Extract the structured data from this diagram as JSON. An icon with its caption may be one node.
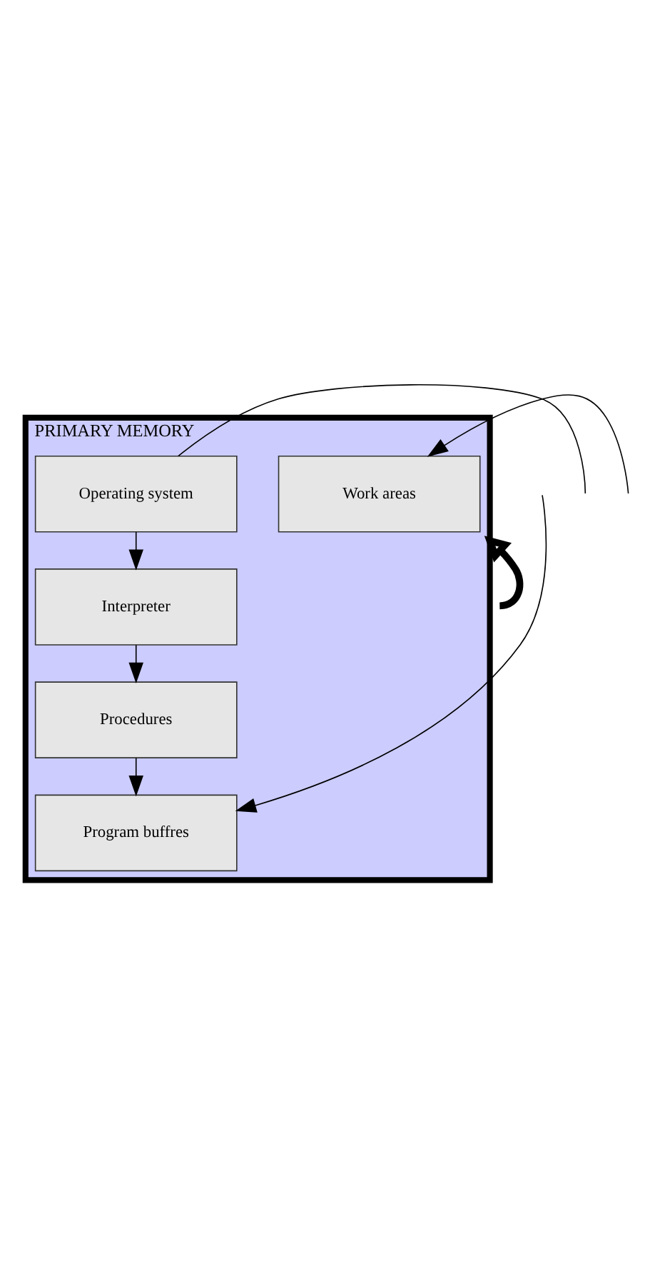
{
  "diagram": {
    "nodes": [
      {
        "text": [
          "PRIMARY MEMORY"
        ]
      },
      {
        "text": [
          "Operating system"
        ],
        "in": 0
      },
      {
        "text": [
          "Interpreter"
        ],
        "in": 0
      },
      {
        "text": [
          "Procedures"
        ],
        "in": 0
      },
      {
        "text": [
          "Program buffres"
        ],
        "in": 0
      },
      {
        "text": [
          "Work areas"
        ],
        "in": 0
      }
    ],
    "edges": [
      {
        "from": 1,
        "to": 2,
        "arrow": "to"
      },
      {
        "from": 2,
        "to": 3,
        "arrow": "to"
      },
      {
        "from": 3,
        "to": 4,
        "arrow": "to"
      },
      {
        "from": 1,
        "to": null,
        "arrow": "none"
      },
      {
        "from": null,
        "to": 4,
        "arrow": "to"
      },
      {
        "from": null,
        "to": 5,
        "arrow": "to"
      },
      {
        "from": null,
        "to": 0,
        "arrow": "to",
        "style": "thick"
      }
    ]
  }
}
